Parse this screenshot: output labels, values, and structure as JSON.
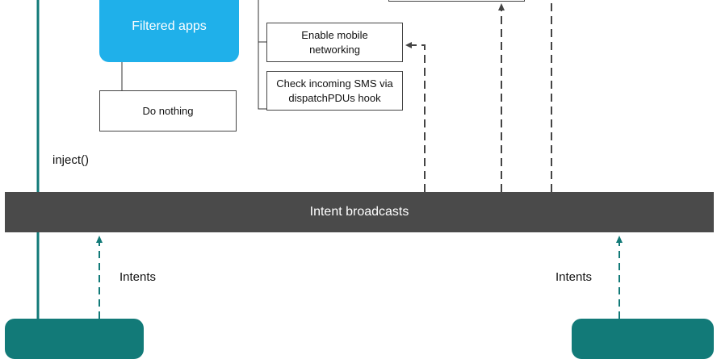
{
  "nodes": {
    "filtered_apps": "Filtered apps",
    "do_nothing": "Do nothing",
    "enable_mobile": "Enable mobile networking",
    "check_sms": "Check incoming SMS via dispatchPDUs hook",
    "intent_broadcasts": "Intent broadcasts"
  },
  "labels": {
    "inject": "inject()",
    "intents_left": "Intents",
    "intents_right": "Intents"
  },
  "colors": {
    "accent_blue": "#1fb0ea",
    "teal": "#127a78",
    "bar": "#4a4a4a"
  }
}
